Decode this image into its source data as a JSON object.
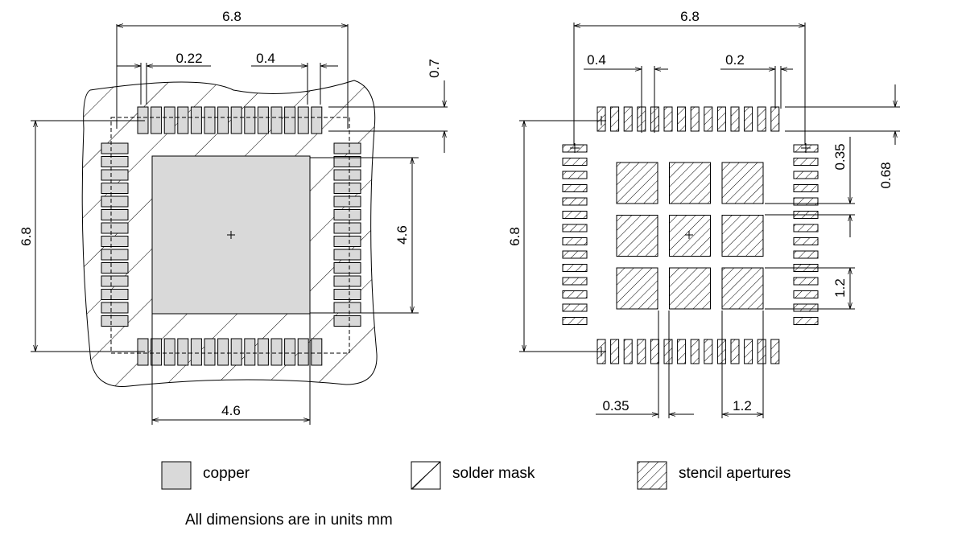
{
  "left_view": {
    "dims": {
      "width_top": "6.8",
      "pitch": "0.22",
      "pad_span": "0.4",
      "pad_length": "0.7",
      "height_left": "6.8",
      "paddle_height": "4.6",
      "paddle_width": "4.6"
    }
  },
  "right_view": {
    "dims": {
      "width_top": "6.8",
      "pad_span": "0.4",
      "pad_width": "0.2",
      "row_gap": "0.35",
      "pad_length": "0.68",
      "height_left": "6.8",
      "aperture_size_v": "1.2",
      "col_gap": "0.35",
      "aperture_size_h": "1.2"
    }
  },
  "legend": {
    "copper": "copper",
    "solder_mask": "solder mask",
    "stencil": "stencil apertures"
  },
  "note": "All dimensions are in units mm",
  "colors": {
    "copper_fill": "#d9d9d9",
    "line": "#000000",
    "background": "#ffffff"
  }
}
